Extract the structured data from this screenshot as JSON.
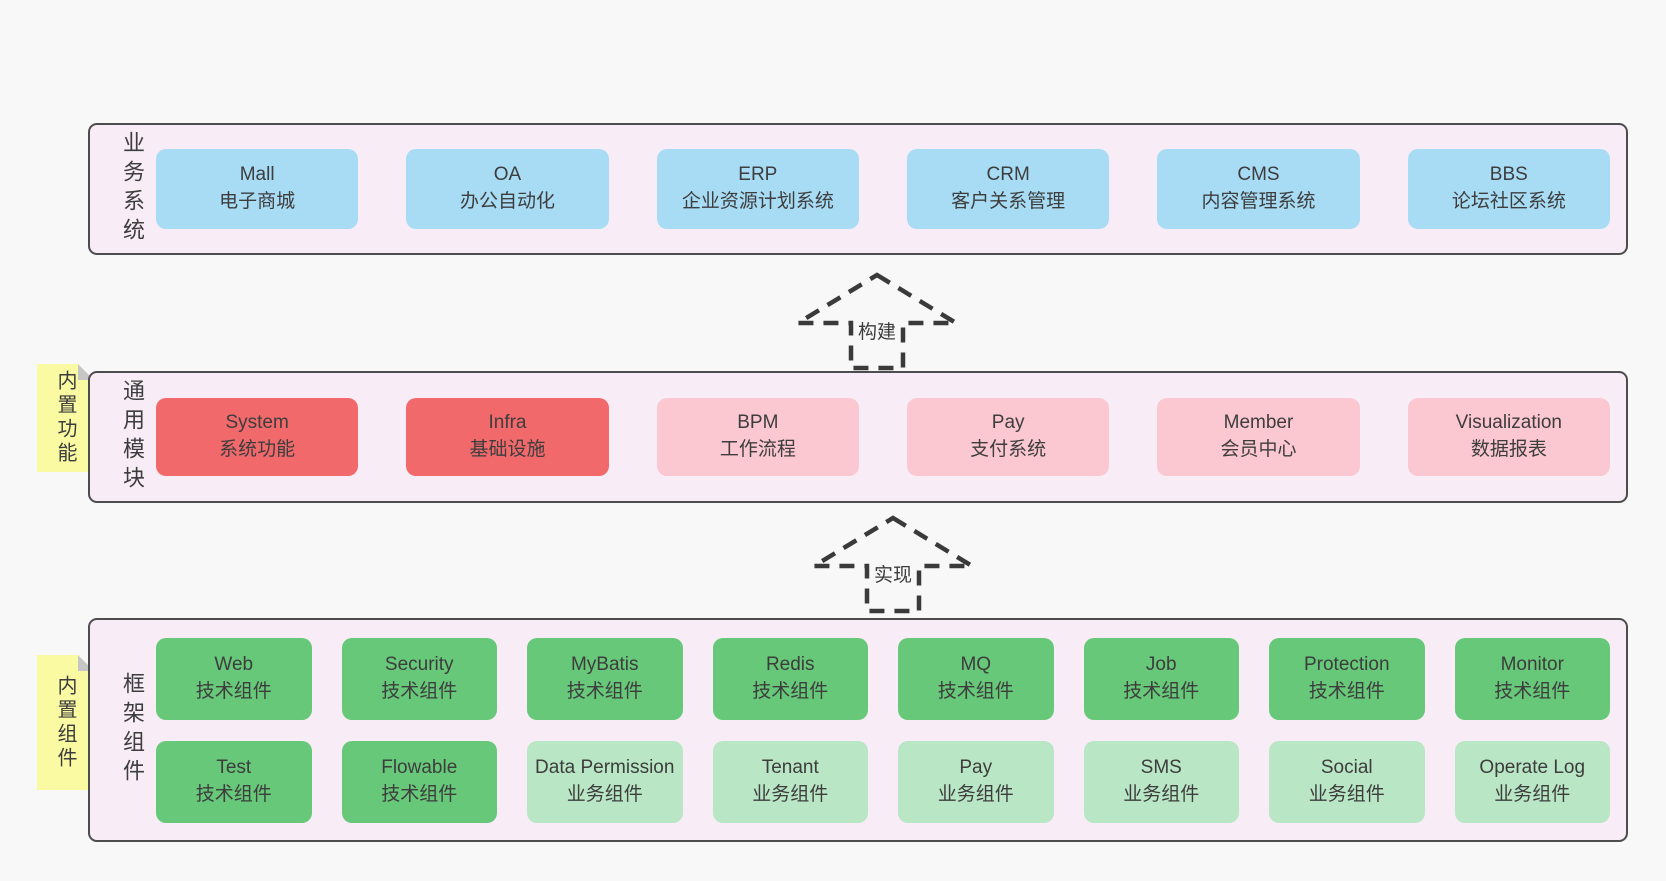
{
  "colors": {
    "pageBg": "#f8f8f8",
    "bandBg": "#f8edf6",
    "bandBorder": "#4d4d4d",
    "blue": "#a8dcf5",
    "red": "#f2696c",
    "pink": "#fbc7d1",
    "green": "#66c878",
    "lightgreen": "#b9e6c4",
    "yellow": "#fafaa3",
    "fold": "#c6c6c6",
    "text": "#3d3d3d",
    "arrow": "#3a3a3a"
  },
  "arrows": [
    {
      "label": "构建"
    },
    {
      "label": "实现"
    }
  ],
  "bands": [
    {
      "id": "business-systems",
      "label": "业务系统",
      "boxes": [
        {
          "title": "Mall",
          "subtitle": "电子商城",
          "variant": "blue"
        },
        {
          "title": "OA",
          "subtitle": "办公自动化",
          "variant": "blue"
        },
        {
          "title": "ERP",
          "subtitle": "企业资源计划系统",
          "variant": "blue"
        },
        {
          "title": "CRM",
          "subtitle": "客户关系管理",
          "variant": "blue"
        },
        {
          "title": "CMS",
          "subtitle": "内容管理系统",
          "variant": "blue"
        },
        {
          "title": "BBS",
          "subtitle": "论坛社区系统",
          "variant": "blue"
        }
      ]
    },
    {
      "id": "common-modules",
      "label": "通用模块",
      "note": "内置功能",
      "boxes": [
        {
          "title": "System",
          "subtitle": "系统功能",
          "variant": "red"
        },
        {
          "title": "Infra",
          "subtitle": "基础设施",
          "variant": "red"
        },
        {
          "title": "BPM",
          "subtitle": "工作流程",
          "variant": "pink"
        },
        {
          "title": "Pay",
          "subtitle": "支付系统",
          "variant": "pink"
        },
        {
          "title": "Member",
          "subtitle": "会员中心",
          "variant": "pink"
        },
        {
          "title": "Visualization",
          "subtitle": "数据报表",
          "variant": "pink"
        }
      ]
    },
    {
      "id": "framework-components",
      "label": "框架组件",
      "note": "内置组件",
      "rows": [
        [
          {
            "title": "Web",
            "subtitle": "技术组件",
            "variant": "green"
          },
          {
            "title": "Security",
            "subtitle": "技术组件",
            "variant": "green"
          },
          {
            "title": "MyBatis",
            "subtitle": "技术组件",
            "variant": "green"
          },
          {
            "title": "Redis",
            "subtitle": "技术组件",
            "variant": "green"
          },
          {
            "title": "MQ",
            "subtitle": "技术组件",
            "variant": "green"
          },
          {
            "title": "Job",
            "subtitle": "技术组件",
            "variant": "green"
          },
          {
            "title": "Protection",
            "subtitle": "技术组件",
            "variant": "green"
          },
          {
            "title": "Monitor",
            "subtitle": "技术组件",
            "variant": "green"
          }
        ],
        [
          {
            "title": "Test",
            "subtitle": "技术组件",
            "variant": "green"
          },
          {
            "title": "Flowable",
            "subtitle": "技术组件",
            "variant": "green"
          },
          {
            "title": "Data Permission",
            "subtitle": "业务组件",
            "variant": "lightgreen"
          },
          {
            "title": "Tenant",
            "subtitle": "业务组件",
            "variant": "lightgreen"
          },
          {
            "title": "Pay",
            "subtitle": "业务组件",
            "variant": "lightgreen"
          },
          {
            "title": "SMS",
            "subtitle": "业务组件",
            "variant": "lightgreen"
          },
          {
            "title": "Social",
            "subtitle": "业务组件",
            "variant": "lightgreen"
          },
          {
            "title": "Operate Log",
            "subtitle": "业务组件",
            "variant": "lightgreen"
          }
        ]
      ]
    }
  ]
}
